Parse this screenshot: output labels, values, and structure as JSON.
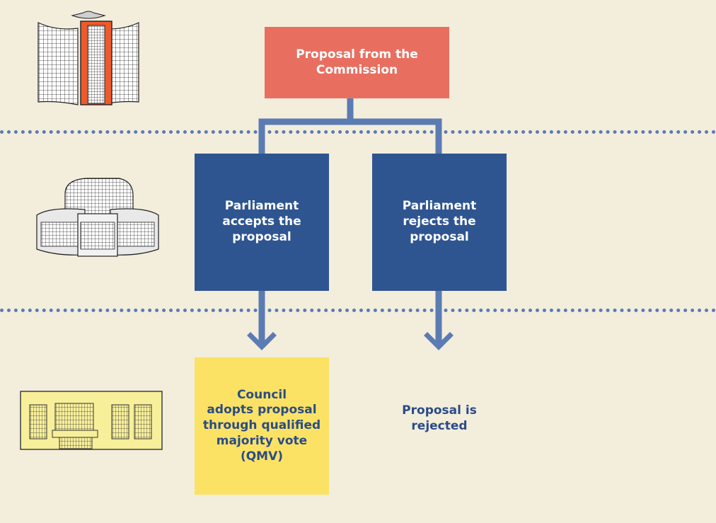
{
  "diagram": {
    "commission_box": {
      "label_line1": "Proposal from the",
      "label_line2": "Commission"
    },
    "parliament_accepts_box": {
      "label_line1": "Parliament",
      "label_line2": "accepts the",
      "label_line3": "proposal"
    },
    "parliament_rejects_box": {
      "label_line1": "Parliament",
      "label_line2": "rejects the",
      "label_line3": "proposal"
    },
    "council_box": {
      "label_line1": "Council",
      "label_line2": "adopts proposal",
      "label_line3": "through qualified",
      "label_line4": "majority vote",
      "label_line5": "(QMV)"
    },
    "rejected_text": {
      "label_line1": "Proposal is",
      "label_line2": "rejected"
    }
  },
  "colors": {
    "background": "#f3eddc",
    "commission": "#e86f60",
    "parliament": "#2f5591",
    "council": "#fbe264",
    "connector": "#5b7bb3",
    "divider": "#5b7bb3"
  },
  "illustrations": {
    "row1": "commission-building-icon",
    "row2": "parliament-building-icon",
    "row3": "council-building-icon"
  }
}
